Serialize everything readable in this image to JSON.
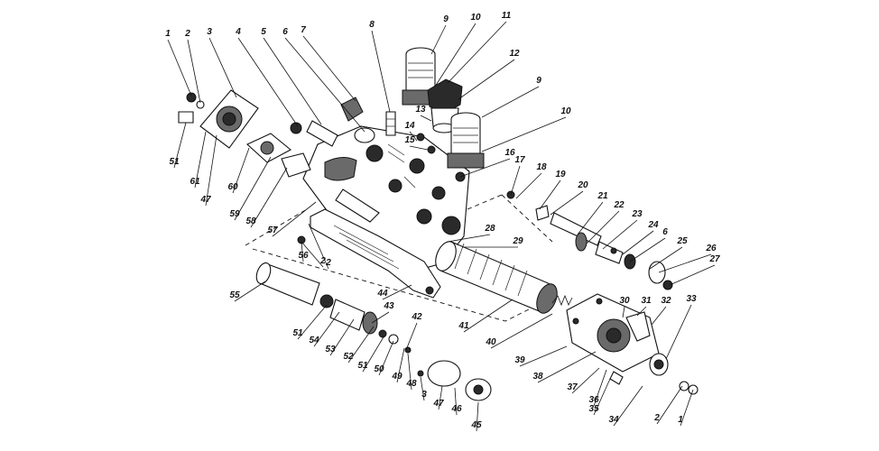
{
  "diagram": {
    "labels": [
      "1",
      "2",
      "3",
      "4",
      "5",
      "6",
      "7",
      "8",
      "9",
      "10",
      "11",
      "12",
      "9",
      "10",
      "13",
      "14",
      "15",
      "16",
      "17",
      "18",
      "19",
      "20",
      "21",
      "22",
      "23",
      "24",
      "6",
      "25",
      "26",
      "27",
      "28",
      "29",
      "2",
      "51",
      "61",
      "47",
      "60",
      "59",
      "58",
      "57",
      "56",
      "2",
      "44",
      "55",
      "51",
      "54",
      "53",
      "52",
      "51",
      "50",
      "49",
      "48",
      "3",
      "47",
      "46",
      "45",
      "43",
      "42",
      "41",
      "40",
      "39",
      "38",
      "37",
      "36",
      "35",
      "34",
      "30",
      "31",
      "32",
      "33",
      "2",
      "1"
    ]
  }
}
